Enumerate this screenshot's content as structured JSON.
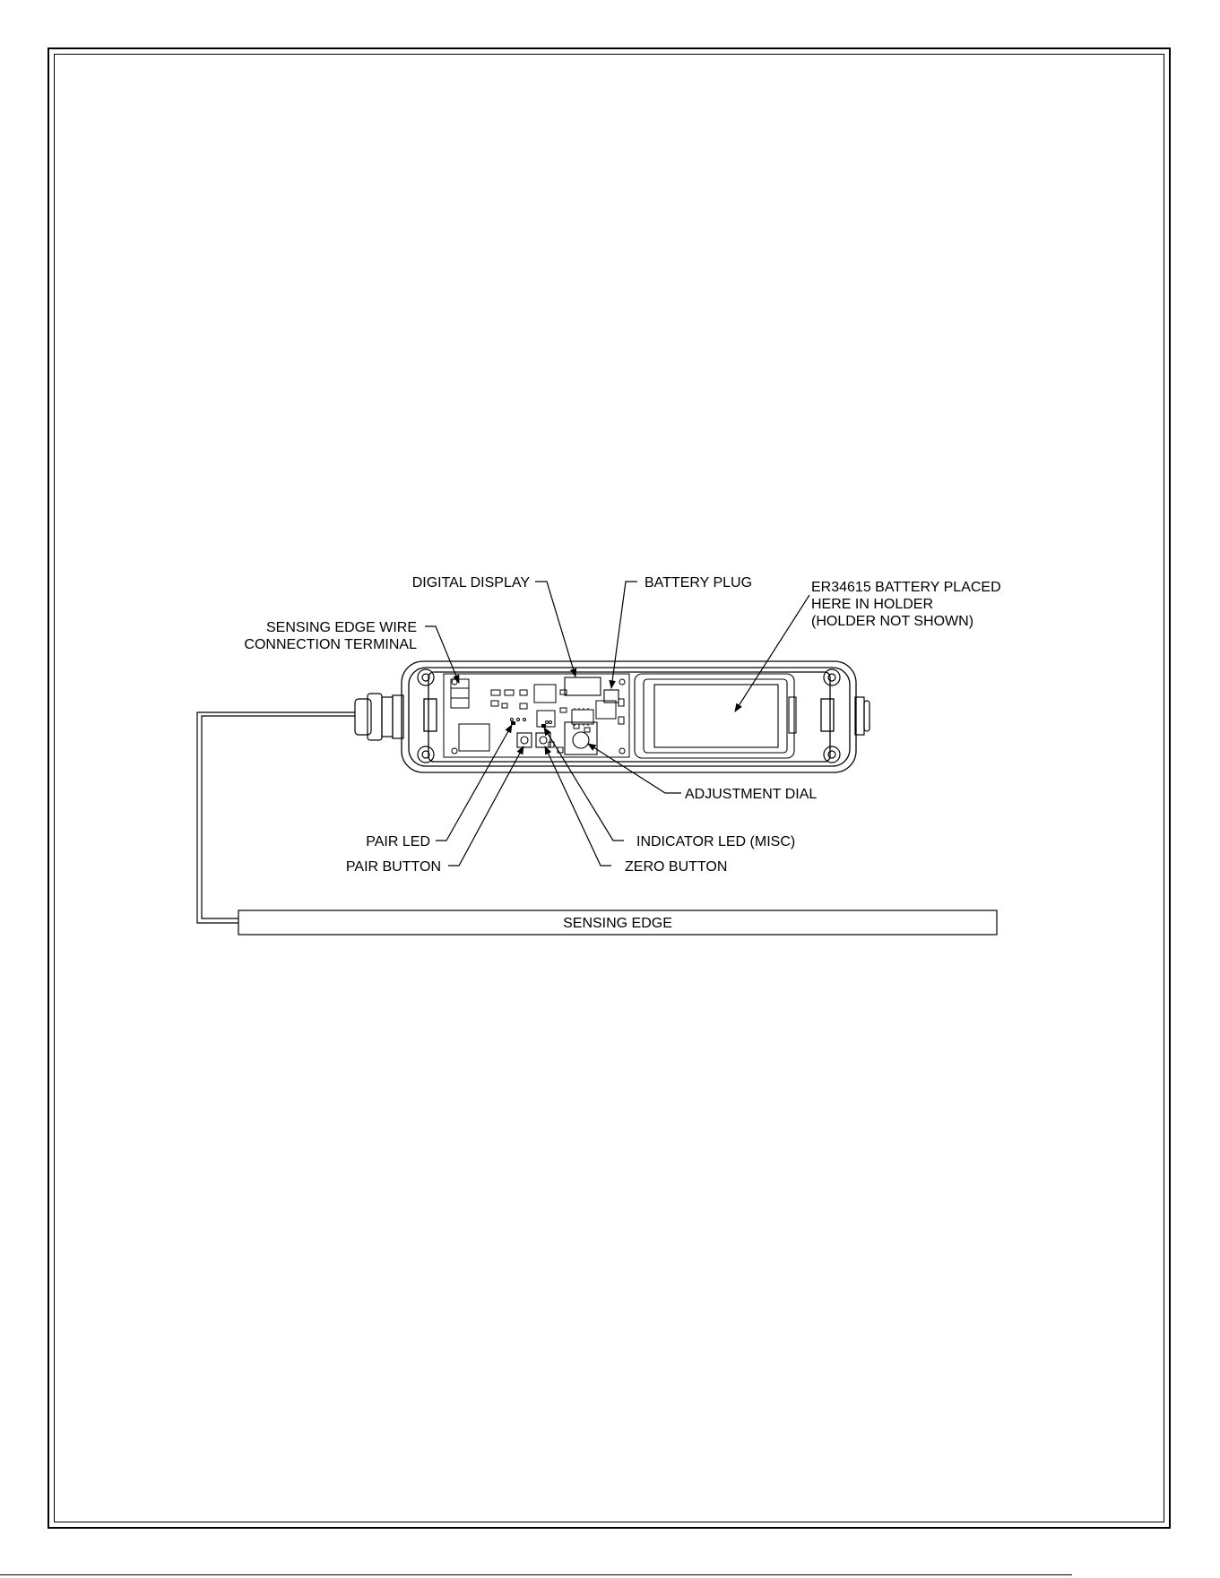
{
  "labels": {
    "digital_display": "DIGITAL DISPLAY",
    "battery_plug": "BATTERY PLUG",
    "battery_line1": "ER34615 BATTERY PLACED",
    "battery_line2": "HERE IN HOLDER",
    "battery_line3": "(HOLDER NOT SHOWN)",
    "sensing_wire_line1": "SENSING EDGE WIRE",
    "sensing_wire_line2": "CONNECTION TERMINAL",
    "adjustment_dial": "ADJUSTMENT DIAL",
    "pair_led": "PAIR LED",
    "pair_button": "PAIR BUTTON",
    "indicator_led": "INDICATOR LED (MISC)",
    "zero_button": "ZERO BUTTON",
    "sensing_edge": "SENSING EDGE"
  }
}
